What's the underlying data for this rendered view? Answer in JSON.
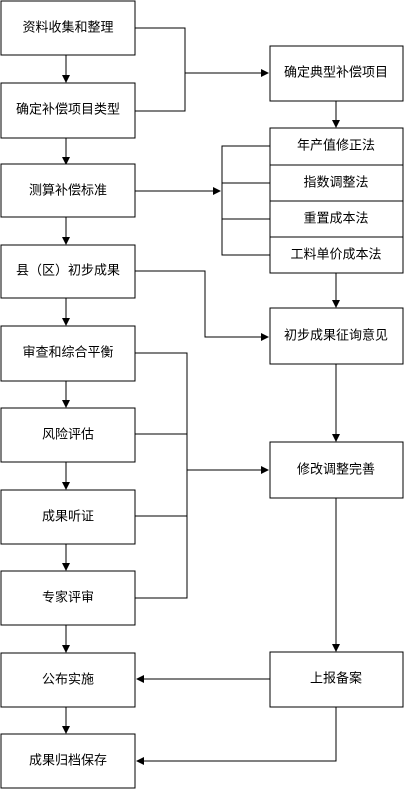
{
  "nodes": {
    "collect": "资料收集和整理",
    "type": "确定补偿项目类型",
    "typical": "确定典型补偿项目",
    "measure": "测算补偿标准",
    "m1": "年产值修正法",
    "m2": "指数调整法",
    "m3": "重置成本法",
    "m4": "工料单价成本法",
    "county": "县（区）初步成果",
    "consult": "初步成果征询意见",
    "review": "审查和综合平衡",
    "risk": "风险评估",
    "hearing": "成果听证",
    "revise": "修改调整完善",
    "expert": "专家评审",
    "publish": "公布实施",
    "report": "上报备案",
    "archive": "成果归档保存"
  },
  "colors": {
    "stroke": "#000000",
    "fill": "#ffffff",
    "text": "#000000"
  }
}
